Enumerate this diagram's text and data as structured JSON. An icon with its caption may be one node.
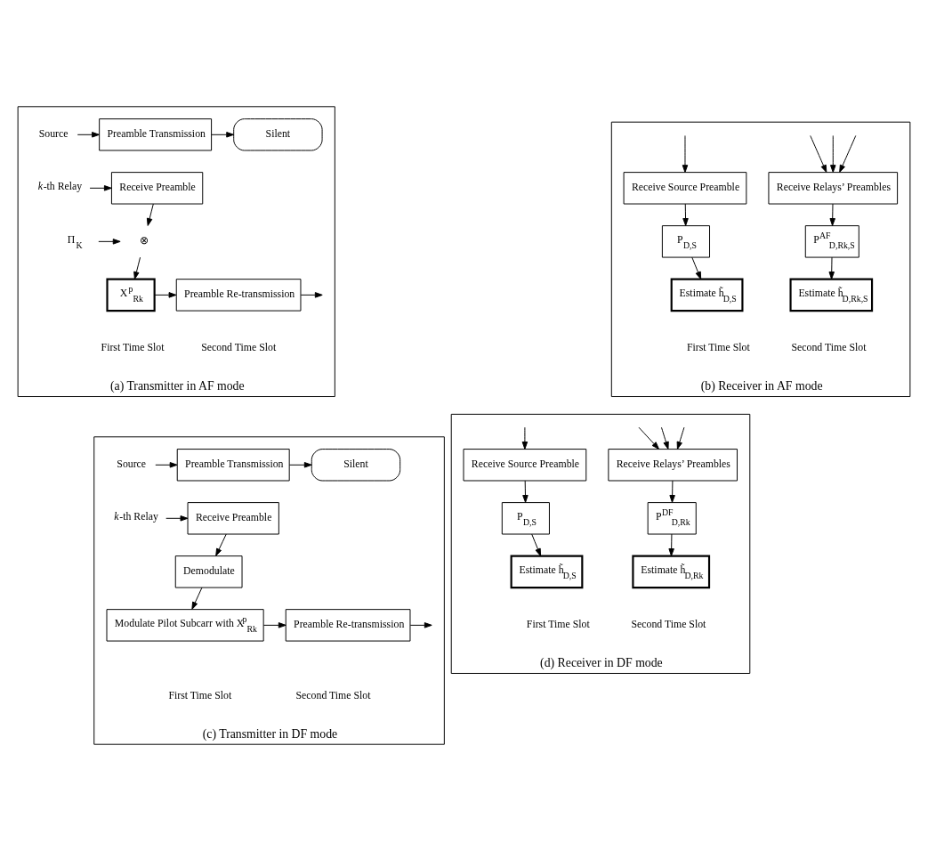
{
  "diagram": {
    "nodes": [
      {
        "text": [
          "(a) Transmitter in AF mode"
        ]
      },
      {
        "text": [
          "Source"
        ],
        "in": 0
      },
      {
        "text": [
          "Preamble Transmission"
        ],
        "in": 0
      },
      {
        "text": [
          "Silent"
        ],
        "in": 0
      },
      {
        "text": [
          "*k*-th Relay"
        ],
        "in": 0
      },
      {
        "text": [
          "Receive Preamble"
        ],
        "in": 0
      },
      {
        "text": [
          "Π$_{K}$"
        ],
        "in": 0
      },
      {
        "text": [
          "⊗"
        ],
        "in": 0
      },
      {
        "text": [
          "X$^{p}$$_{Rk}$"
        ],
        "in": 0
      },
      {
        "text": [
          "Preamble Re-transmission"
        ],
        "in": 0
      },
      {
        "text": [
          "(b) Receiver in AF mode"
        ]
      },
      {
        "text": [
          "Receive Source Preamble"
        ],
        "in": 10
      },
      {
        "text": [
          "P$_{D,S}$"
        ],
        "in": 10
      },
      {
        "text": [
          "Estimate h̃$_{D,S}$"
        ],
        "in": 10
      },
      {
        "text": [
          "Receive Relays’ Preambles"
        ],
        "in": 10
      },
      {
        "text": [
          "P$^{AF}$$_{D,Rk,S}$"
        ],
        "in": 10
      },
      {
        "text": [
          "Estimate h̃$_{D,Rk,S}$"
        ],
        "in": 10
      },
      {
        "text": [
          "(c) Transmitter in DF mode"
        ]
      },
      {
        "text": [
          "Source"
        ],
        "in": 17
      },
      {
        "text": [
          "Preamble Transmission"
        ],
        "in": 17
      },
      {
        "text": [
          "Silent"
        ],
        "in": 17
      },
      {
        "text": [
          "*k*-th Relay"
        ],
        "in": 17
      },
      {
        "text": [
          "Receive Preamble"
        ],
        "in": 17
      },
      {
        "text": [
          "Demodulate"
        ],
        "in": 17
      },
      {
        "text": [
          "Modulate Pilot Subcarr with X$^{p}$$_{Rk}$"
        ],
        "in": 17
      },
      {
        "text": [
          "Preamble Re-transmission"
        ],
        "in": 17
      },
      {
        "text": [
          "(d) Receiver in DF mode"
        ]
      },
      {
        "text": [
          "Receive Source Preamble"
        ],
        "in": 26
      },
      {
        "text": [
          "P$_{D,S}$"
        ],
        "in": 26
      },
      {
        "text": [
          "Estimate h̃$_{D,S}$"
        ],
        "in": 26
      },
      {
        "text": [
          "Receive Relays’ Preambles"
        ],
        "in": 26
      },
      {
        "text": [
          "P$^{DF}$$_{D,Rk}$"
        ],
        "in": 26
      },
      {
        "text": [
          "Estimate h̃$_{D,Rk}$"
        ],
        "in": 26
      }
    ],
    "edges": [
      {
        "from": 1,
        "to": 2,
        "arrow": "to"
      },
      {
        "from": 2,
        "to": 3,
        "arrow": "to"
      },
      {
        "from": 4,
        "to": 5,
        "arrow": "to"
      },
      {
        "from": 5,
        "to": 7,
        "arrow": "to"
      },
      {
        "from": 6,
        "to": 7,
        "arrow": "to"
      },
      {
        "from": 7,
        "to": 8,
        "arrow": "to"
      },
      {
        "from": 8,
        "to": 9,
        "arrow": "to"
      },
      {
        "from": 9,
        "to": null,
        "arrow": "to"
      },
      {
        "from": null,
        "to": 11,
        "arrow": "to"
      },
      {
        "from": 11,
        "to": 12,
        "arrow": "to"
      },
      {
        "from": 12,
        "to": 13,
        "arrow": "to"
      },
      {
        "from": null,
        "to": 14,
        "arrow": "to"
      },
      {
        "from": null,
        "to": 14,
        "arrow": "to"
      },
      {
        "from": null,
        "to": 14,
        "arrow": "to"
      },
      {
        "from": 14,
        "to": 15,
        "arrow": "to"
      },
      {
        "from": 15,
        "to": 16,
        "arrow": "to"
      },
      {
        "from": 18,
        "to": 19,
        "arrow": "to"
      },
      {
        "from": 19,
        "to": 20,
        "arrow": "to"
      },
      {
        "from": 21,
        "to": 22,
        "arrow": "to"
      },
      {
        "from": 22,
        "to": 23,
        "arrow": "to"
      },
      {
        "from": 23,
        "to": 24,
        "arrow": "to"
      },
      {
        "from": 24,
        "to": 25,
        "arrow": "to"
      },
      {
        "from": 25,
        "to": null,
        "arrow": "to"
      },
      {
        "from": null,
        "to": 27,
        "arrow": "to"
      },
      {
        "from": 27,
        "to": 28,
        "arrow": "to"
      },
      {
        "from": 28,
        "to": 29,
        "arrow": "to"
      },
      {
        "from": null,
        "to": 30,
        "arrow": "to"
      },
      {
        "from": null,
        "to": 30,
        "arrow": "to"
      },
      {
        "from": null,
        "to": 30,
        "arrow": "to"
      },
      {
        "from": 30,
        "to": 31,
        "arrow": "to"
      },
      {
        "from": 31,
        "to": 32,
        "arrow": "to"
      }
    ],
    "labels": [
      "First Time Slot",
      "Second Time Slot",
      "First Time Slot",
      "Second Time Slot",
      "First Time Slot",
      "Second Time Slot",
      "First Time Slot",
      "Second Time Slot"
    ]
  }
}
